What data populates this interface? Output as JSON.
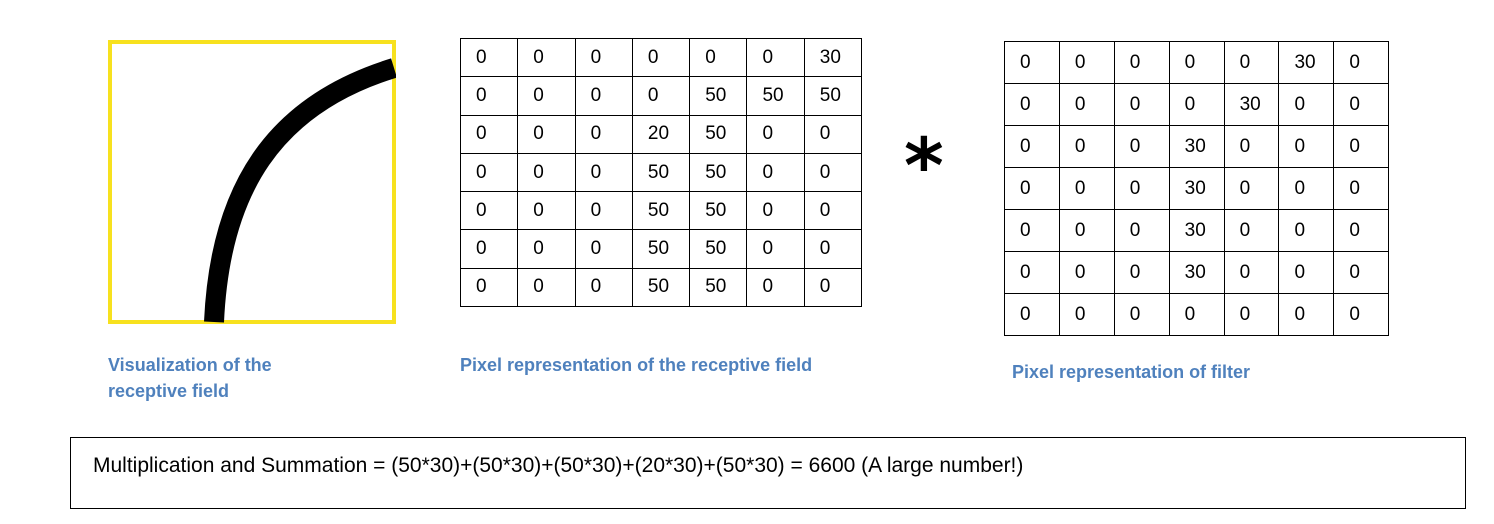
{
  "visualization": {
    "frame_color": "#f7e11e",
    "stroke_color": "#000000",
    "caption": "Visualization of the receptive field"
  },
  "receptive_field": {
    "caption": "Pixel representation of the receptive field",
    "rows": [
      [
        "0",
        "0",
        "0",
        "0",
        "0",
        "0",
        "30"
      ],
      [
        "0",
        "0",
        "0",
        "0",
        "50",
        "50",
        "50"
      ],
      [
        "0",
        "0",
        "0",
        "20",
        "50",
        "0",
        "0"
      ],
      [
        "0",
        "0",
        "0",
        "50",
        "50",
        "0",
        "0"
      ],
      [
        "0",
        "0",
        "0",
        "50",
        "50",
        "0",
        "0"
      ],
      [
        "0",
        "0",
        "0",
        "50",
        "50",
        "0",
        "0"
      ],
      [
        "0",
        "0",
        "0",
        "50",
        "50",
        "0",
        "0"
      ]
    ]
  },
  "operator": "*",
  "filter": {
    "caption": "Pixel representation of filter",
    "rows": [
      [
        "0",
        "0",
        "0",
        "0",
        "0",
        "30",
        "0"
      ],
      [
        "0",
        "0",
        "0",
        "0",
        "30",
        "0",
        "0"
      ],
      [
        "0",
        "0",
        "0",
        "30",
        "0",
        "0",
        "0"
      ],
      [
        "0",
        "0",
        "0",
        "30",
        "0",
        "0",
        "0"
      ],
      [
        "0",
        "0",
        "0",
        "30",
        "0",
        "0",
        "0"
      ],
      [
        "0",
        "0",
        "0",
        "30",
        "0",
        "0",
        "0"
      ],
      [
        "0",
        "0",
        "0",
        "0",
        "0",
        "0",
        "0"
      ]
    ]
  },
  "summary": {
    "text": "Multiplication and Summation = (50*30)+(50*30)+(50*30)+(20*30)+(50*30) = 6600 (A large number!)"
  },
  "colors": {
    "caption": "#4f81bd",
    "frame": "#f7e11e"
  }
}
